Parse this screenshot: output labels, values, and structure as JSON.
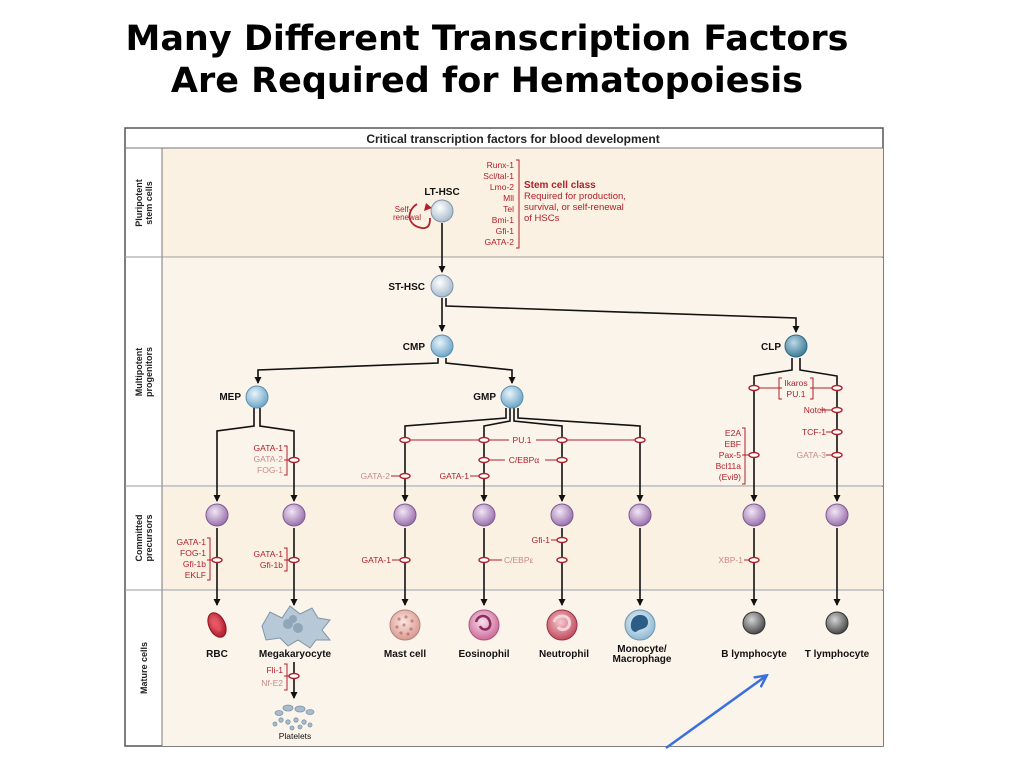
{
  "slide": {
    "title_line1": "Many Different Transcription Factors",
    "title_line2": "Are Required for Hematopoiesis"
  },
  "figure": {
    "heading": "Critical transcription factors for blood development",
    "bands": {
      "pluripotent": [
        "Pluripotent",
        "stem cells"
      ],
      "multipotent": [
        "Multipotent",
        "progenitors"
      ],
      "committed": [
        "Committed",
        "precursors"
      ],
      "mature": [
        "Mature cells"
      ]
    },
    "stem_cell_class": {
      "factors": [
        "Runx-1",
        "Scl/tal-1",
        "Lmo-2",
        "Mll",
        "Tel",
        "Bmi-1",
        "Gfi-1",
        "GATA-2"
      ],
      "title": "Stem cell class",
      "description": [
        "Required for production,",
        "survival, or self-renewal",
        "of HSCs"
      ]
    },
    "self_renewal": [
      "Self-",
      "renewal"
    ],
    "cells": {
      "lt_hsc": "LT-HSC",
      "st_hsc": "ST-HSC",
      "cmp": "CMP",
      "clp": "CLP",
      "mep": "MEP",
      "gmp": "GMP"
    },
    "factors": {
      "mep_block": [
        "GATA-1",
        "GATA-2",
        "FOG-1"
      ],
      "pu1": "PU.1",
      "cebpa": "C/EBPα",
      "gata2_gmp": "GATA-2",
      "gata1_gmp": "GATA-1",
      "clp_ikaros": [
        "Ikaros",
        "PU.1"
      ],
      "notch": "Notch",
      "tcf1": "TCF-1",
      "gata3": "GATA-3",
      "b_block": [
        "E2A",
        "EBF",
        "Pax-5",
        "Bcl11a",
        "(Evi9)"
      ],
      "rbc_block": [
        "GATA-1",
        "FOG-1",
        "Gfi-1b",
        "EKLF"
      ],
      "mk_block": [
        "GATA-1",
        "Gfi-1b"
      ],
      "mast_gata1": "GATA-1",
      "cebpe": "C/EBPε",
      "gfi1": "Gfi-1",
      "xbp1": "XBP-1",
      "platelet_block": [
        "Fli-1",
        "Nf-E2"
      ]
    },
    "mature_labels": {
      "rbc": "RBC",
      "megakaryocyte": "Megakaryocyte",
      "mast": "Mast cell",
      "eosinophil": "Eosinophil",
      "neutrophil": "Neutrophil",
      "monocyte": [
        "Monocyte/",
        "Macrophage"
      ],
      "b_lymph": "B lymphocyte",
      "t_lymph": "T lymphocyte",
      "platelets": "Platelets"
    },
    "colors": {
      "tf_red": "#b0202a",
      "tf_pink": "#c88a8a",
      "band_bg": "#faf1e3",
      "arrow_blue": "#3a6fe0"
    }
  }
}
